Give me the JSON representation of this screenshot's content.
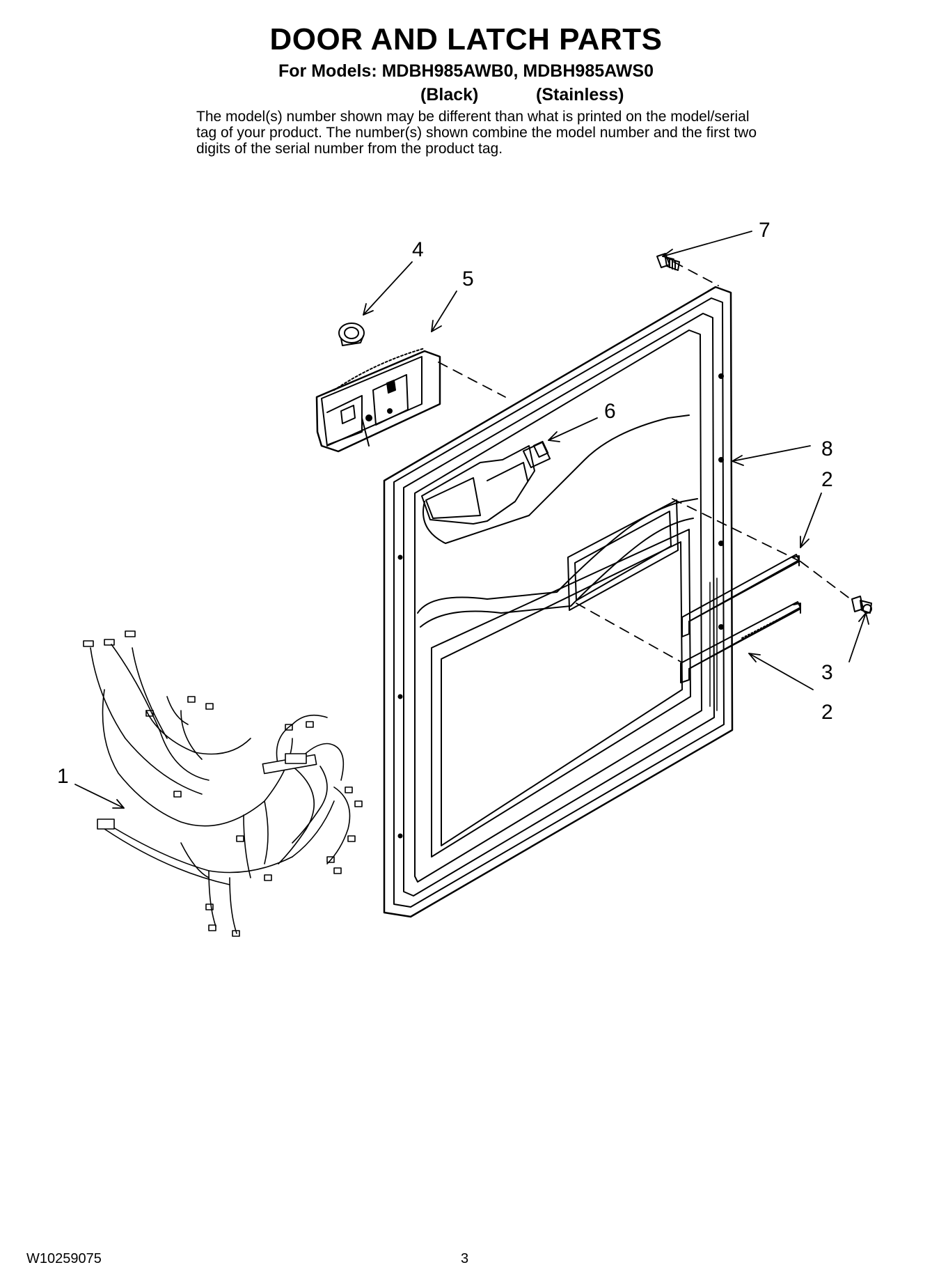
{
  "header": {
    "title": "DOOR AND LATCH PARTS",
    "models": "For Models: MDBH985AWB0, MDBH985AWS0",
    "variant_black": "(Black)",
    "variant_stainless": "(Stainless)",
    "note": "The model(s) number shown may be different than what is printed on the model/serial tag of your product. The number(s) shown combine the model number and the first two digits of the serial number from the product tag."
  },
  "callouts": {
    "c1": "1",
    "c2a": "2",
    "c2b": "2",
    "c3": "3",
    "c4": "4",
    "c5": "5",
    "c6": "6",
    "c7": "7",
    "c8": "8"
  },
  "footer": {
    "doc_number": "W10259075",
    "page": "3"
  }
}
